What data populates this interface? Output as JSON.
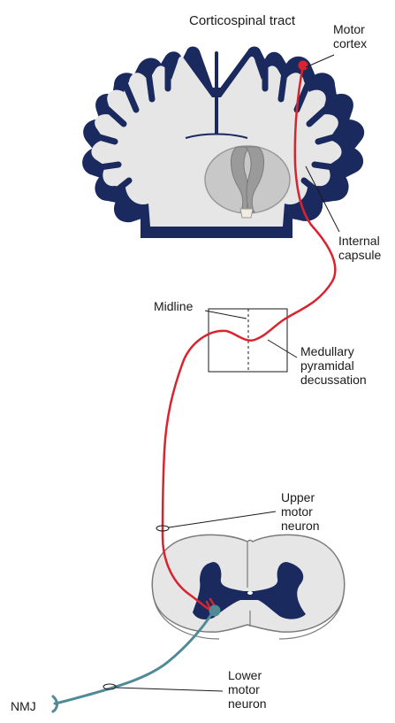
{
  "title": "Corticospinal tract",
  "labels": {
    "motor_cortex": "Motor\ncortex",
    "internal_capsule": "Internal\ncapsule",
    "midline": "Midline",
    "medullary_decussation": "Medullary\npyramidal\ndecussation",
    "upper_motor_neuron": "Upper\nmotor\nneuron",
    "lower_motor_neuron": "Lower\nmotor\nneuron",
    "nmj": "NMJ"
  },
  "colors": {
    "cortex_navy": "#1b2a5e",
    "white_matter": "#e6e6e6",
    "basal_ganglia": "#c4c4c4",
    "upper_neuron_red": "#d9232e",
    "lower_neuron_teal": "#4f8a96",
    "leader_line": "#1a1a1a"
  }
}
